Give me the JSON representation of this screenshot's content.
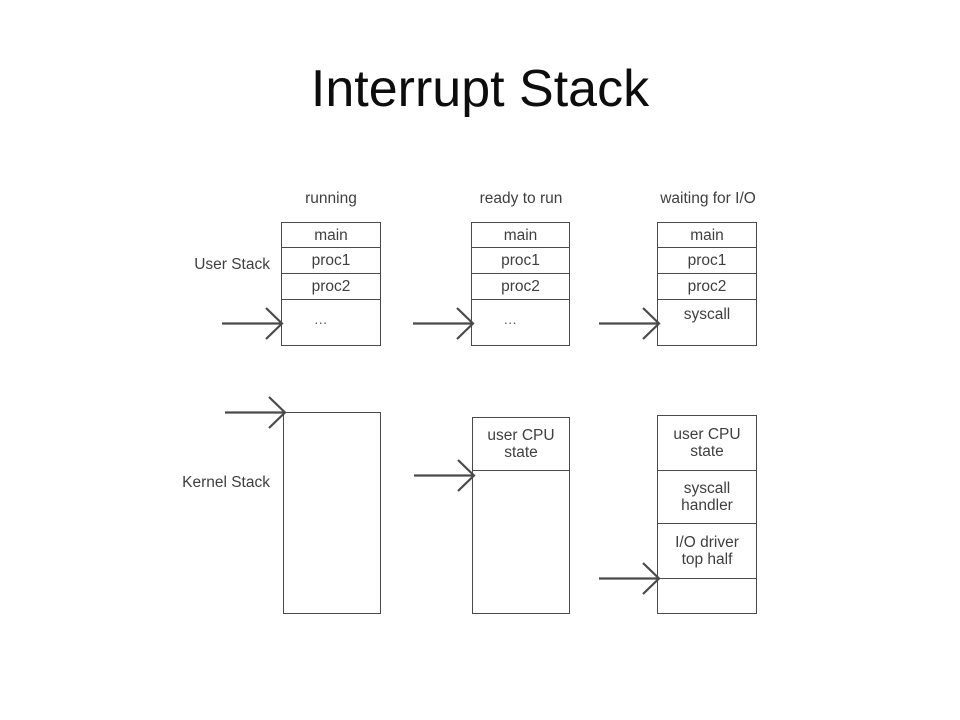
{
  "slide": {
    "title": "Interrupt Stack",
    "background": "#ffffff",
    "line_color": "#4a4a4a",
    "text_color": "#3f3f3f",
    "title_color": "#0d0d0d"
  },
  "column_headers": [
    {
      "label": "running"
    },
    {
      "label": "ready to run"
    },
    {
      "label": "waiting for I/O"
    }
  ],
  "row_labels": [
    {
      "label": "User Stack"
    },
    {
      "label": "Kernel Stack"
    }
  ],
  "user_stacks": [
    {
      "state": "running",
      "cells": [
        {
          "text": "main"
        },
        {
          "text": "proc1"
        },
        {
          "text": "proc2"
        },
        {
          "text": "..."
        }
      ]
    },
    {
      "state": "ready to run",
      "cells": [
        {
          "text": "main"
        },
        {
          "text": "proc1"
        },
        {
          "text": "proc2"
        },
        {
          "text": "..."
        }
      ]
    },
    {
      "state": "waiting for I/O",
      "cells": [
        {
          "text": "main"
        },
        {
          "text": "proc1"
        },
        {
          "text": "proc2"
        },
        {
          "text": "syscall"
        }
      ]
    }
  ],
  "kernel_stacks": [
    {
      "state": "running",
      "cells": []
    },
    {
      "state": "ready to run",
      "cells": [
        {
          "text": "user CPU\nstate"
        }
      ]
    },
    {
      "state": "waiting for I/O",
      "cells": [
        {
          "text": "user CPU\nstate"
        },
        {
          "text": "syscall\nhandler"
        },
        {
          "text": "I/O driver\ntop half"
        }
      ]
    }
  ],
  "arrows": [
    {
      "name": "stack-pointer-arrow-user-running",
      "target": "user stack running - top of ... frame"
    },
    {
      "name": "stack-pointer-arrow-user-ready",
      "target": "user stack ready to run - top of ... frame"
    },
    {
      "name": "stack-pointer-arrow-user-waiting",
      "target": "user stack waiting for I/O - syscall frame"
    },
    {
      "name": "stack-pointer-arrow-kernel-running",
      "target": "kernel stack running - empty top"
    },
    {
      "name": "stack-pointer-arrow-kernel-ready",
      "target": "kernel stack ready to run - below user CPU state"
    },
    {
      "name": "stack-pointer-arrow-kernel-waiting",
      "target": "kernel stack waiting for I/O - below I/O driver top half"
    }
  ]
}
